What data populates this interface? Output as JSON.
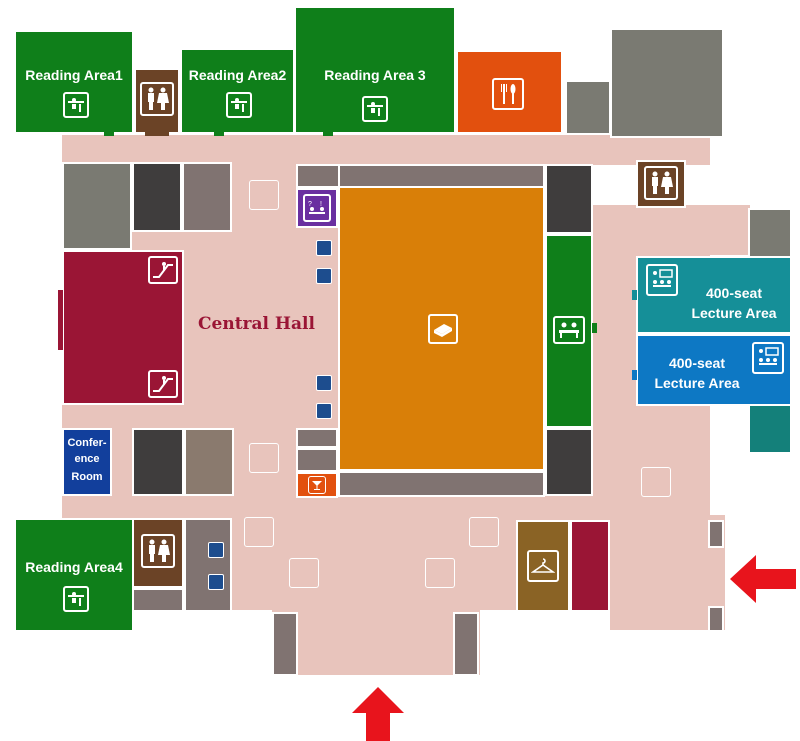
{
  "areas": {
    "reading1": "Reading Area1",
    "reading2": "Reading Area2",
    "reading3": "Reading Area 3",
    "reading4": "Reading Area4",
    "central_hall": "Central Hall",
    "lecture_a_line1": "400-seat",
    "lecture_a_line2": "Lecture Area",
    "lecture_b_line1": "400-seat",
    "lecture_b_line2": "Lecture Area",
    "conf_line1": "Confer-",
    "conf_line2": "ence",
    "conf_line3": "Room"
  },
  "icons": [
    "reading-icon",
    "restroom-icon",
    "dining-icon",
    "stairs-icon",
    "escalator-icon",
    "elevator-icon",
    "help-desk-icon",
    "book-icon",
    "service-desk-icon",
    "cafe-icon",
    "cloakroom-icon",
    "lecture-icon",
    "entrance-arrow-icon"
  ],
  "colors": {
    "floor": "#e8c4bc",
    "reading": "#0f7f1a",
    "restroom": "#6b4326",
    "dining": "#e2500e",
    "collection": "#d97f08",
    "lecture_top": "#158f98",
    "lecture_bottom": "#0d78c4",
    "entrance_arrow": "#e8141c"
  }
}
